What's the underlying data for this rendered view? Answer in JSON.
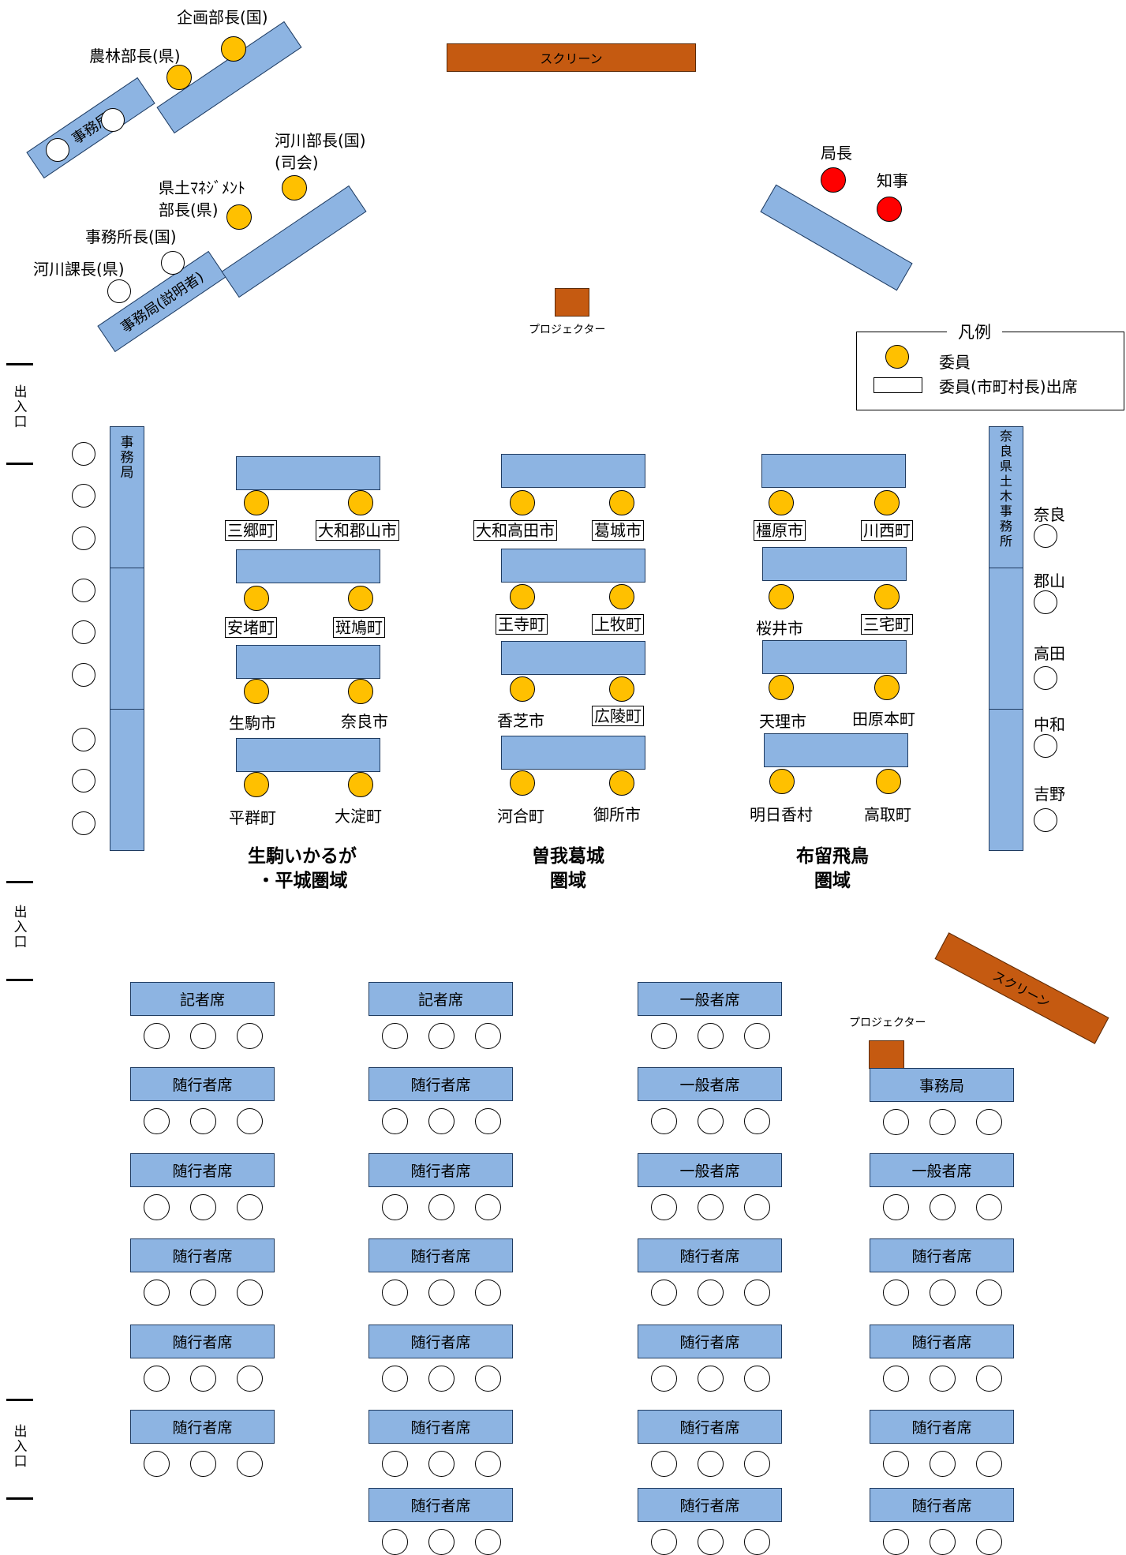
{
  "top": {
    "screen": "スクリーン",
    "projector": "プロジェクター",
    "secretariat_table": "事務局",
    "explainer_table": "事務局(説明者)",
    "people": {
      "kikaku": "企画部長(国)",
      "norin": "農林部長(県)",
      "kasen_bucho_1": "河川部長(国)",
      "kasen_bucho_2": "(司会)",
      "kendo_1": "県土ﾏﾈｼﾞﾒﾝﾄ",
      "kendo_2": "部長(県)",
      "jimusho": "事務所長(国)",
      "kasen_kacho": "河川課長(県)",
      "kyokucho": "局長",
      "chiji": "知事"
    }
  },
  "legend": {
    "title": "凡例",
    "member": "委員",
    "member_present": "委員(市町村長)出席"
  },
  "entrance": [
    "出",
    "入",
    "口"
  ],
  "left_table": [
    "事",
    "務",
    "局"
  ],
  "right_table": [
    "奈",
    "良",
    "県",
    "土",
    "木",
    "事",
    "務",
    "所"
  ],
  "right_seats": [
    "奈良",
    "郡山",
    "高田",
    "中和",
    "吉野"
  ],
  "groups": [
    {
      "region_line1": "生駒いかるが",
      "region_line2": "・平城圏域",
      "rows": [
        {
          "left": "三郷町",
          "left_boxed": true,
          "right": "大和郡山市",
          "right_boxed": true
        },
        {
          "left": "安堵町",
          "left_boxed": true,
          "right": "斑鳩町",
          "right_boxed": true
        },
        {
          "left": "生駒市",
          "left_boxed": false,
          "right": "奈良市",
          "right_boxed": false
        },
        {
          "left": "平群町",
          "left_boxed": false,
          "right": "大淀町",
          "right_boxed": false
        }
      ]
    },
    {
      "region_line1": "曽我葛城",
      "region_line2": "圏域",
      "rows": [
        {
          "left": "大和高田市",
          "left_boxed": true,
          "right": "葛城市",
          "right_boxed": true
        },
        {
          "left": "王寺町",
          "left_boxed": true,
          "right": "上牧町",
          "right_boxed": true
        },
        {
          "left": "香芝市",
          "left_boxed": false,
          "right": "広陵町",
          "right_boxed": true
        },
        {
          "left": "河合町",
          "left_boxed": false,
          "right": "御所市",
          "right_boxed": false
        }
      ]
    },
    {
      "region_line1": "布留飛鳥",
      "region_line2": "圏域",
      "rows": [
        {
          "left": "橿原市",
          "left_boxed": true,
          "right": "川西町",
          "right_boxed": true
        },
        {
          "left": "桜井市",
          "left_boxed": false,
          "right": "三宅町",
          "right_boxed": true
        },
        {
          "left": "天理市",
          "left_boxed": false,
          "right": "田原本町",
          "right_boxed": false
        },
        {
          "left": "明日香村",
          "left_boxed": false,
          "right": "高取町",
          "right_boxed": false
        }
      ]
    }
  ],
  "audience": {
    "columns": [
      [
        "記者席",
        "随行者席",
        "随行者席",
        "随行者席",
        "随行者席",
        "随行者席"
      ],
      [
        "記者席",
        "随行者席",
        "随行者席",
        "随行者席",
        "随行者席",
        "随行者席",
        "随行者席"
      ],
      [
        "一般者席",
        "一般者席",
        "一般者席",
        "随行者席",
        "随行者席",
        "随行者席",
        "随行者席"
      ],
      [
        "事務局",
        "一般者席",
        "随行者席",
        "随行者席",
        "随行者席",
        "随行者席"
      ]
    ],
    "screen": "スクリーン",
    "projector": "プロジェクター"
  }
}
